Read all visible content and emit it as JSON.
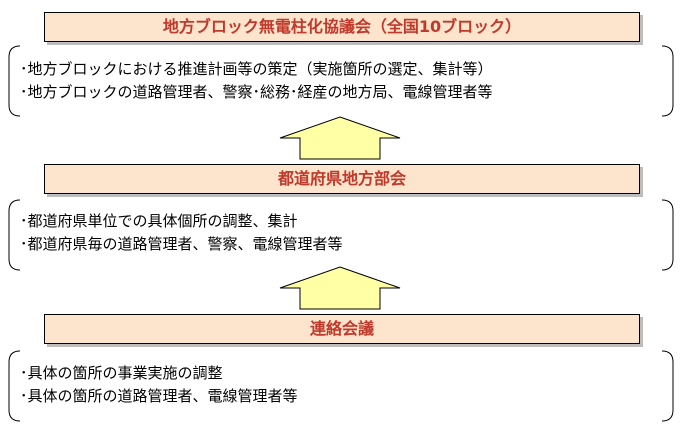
{
  "levels": [
    {
      "title": "地方ブロック無電柱化協議会（全国10ブロック）",
      "lines": [
        "･地方ブロックにおける推進計画等の策定（実施箇所の選定、集計等）",
        "･地方ブロックの道路管理者、警察･総務･経産の地方局、電線管理者等"
      ]
    },
    {
      "title": "都道府県地方部会",
      "lines": [
        "･都道府県単位での具体個所の調整、集計",
        "･都道府県毎の道路管理者、警察、電線管理者等"
      ]
    },
    {
      "title": "連絡会議",
      "lines": [
        "･具体の箇所の事業実施の調整",
        "･具体の箇所の道路管理者、電線管理者等"
      ]
    }
  ],
  "colors": {
    "header_fill": "#fde4cc",
    "header_text": "#c0392b",
    "arrow_fill": "#ffffa6"
  }
}
